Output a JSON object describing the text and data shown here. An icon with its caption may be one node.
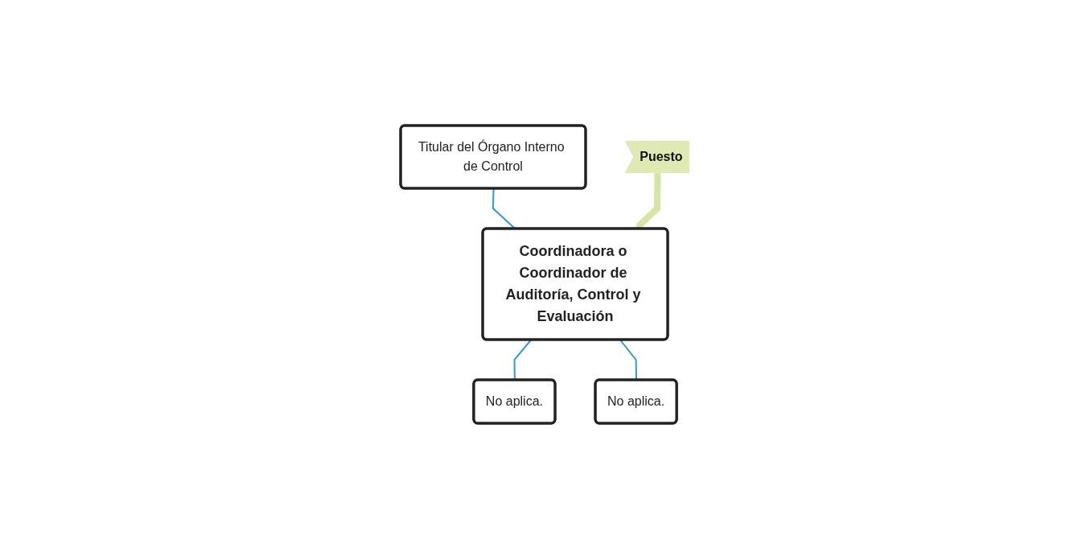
{
  "diagram": {
    "nodes": [
      {
        "text": [
          "Titular del Órgano Interno de Control"
        ]
      },
      {
        "text": [
          "Coordinadora o Coordinador de Auditoría, Control y Evaluación"
        ]
      },
      {
        "text": [
          "No aplica."
        ]
      },
      {
        "text": [
          "No aplica."
        ]
      },
      {
        "text": [
          "Puesto"
        ]
      }
    ],
    "edges": [
      {
        "from": 0,
        "to": 1,
        "arrow": "none"
      },
      {
        "from": 1,
        "to": 2,
        "arrow": "none"
      },
      {
        "from": 1,
        "to": 3,
        "arrow": "none"
      },
      {
        "from": 4,
        "to": 1,
        "arrow": "to",
        "style": "thick",
        "color": "#d6e4a4"
      }
    ]
  }
}
